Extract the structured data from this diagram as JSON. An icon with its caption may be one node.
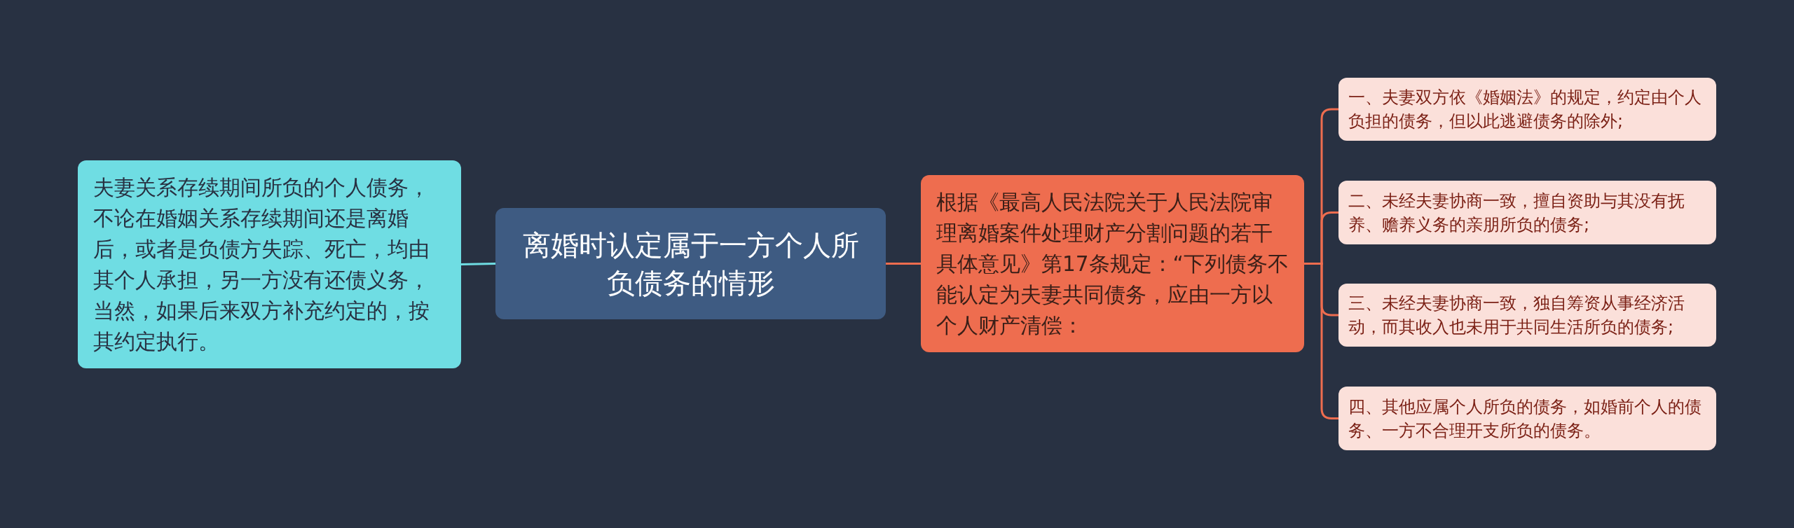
{
  "diagram": {
    "nodes": [
      {
        "text": [
          "离婚时认定属于一方个人所负债务的情形"
        ]
      },
      {
        "text": [
          "夫妻关系存续期间所负的个人债务，不论在婚姻关系存续期间还是离婚后，或者是负债方失踪、死亡，均由其个人承担，另一方没有还债义务，当然，如果后来双方补充约定的，按其约定执行。"
        ]
      },
      {
        "text": [
          "根据《最高人民法院关于人民法院审理离婚案件处理财产分割问题的若干具体意见》第17条规定：“下列债务不能认定为夫妻共同债务，应由一方以个人财产清偿："
        ]
      },
      {
        "text": [
          "一、夫妻双方依《婚姻法》的规定，约定由个人负担的债务，但以此逃避债务的除外;"
        ]
      },
      {
        "text": [
          "二、未经夫妻协商一致，擅自资助与其没有抚养、赡养义务的亲朋所负的债务;"
        ]
      },
      {
        "text": [
          "三、未经夫妻协商一致，独自筹资从事经济活动，而其收入也未用于共同生活所负的债务;"
        ]
      },
      {
        "text": [
          "四、其他应属个人所负的债务，如婚前个人的债务、一方不合理开支所负的债务。"
        ]
      }
    ],
    "edges": [
      {
        "from": 0,
        "to": 1,
        "arrow": "none",
        "color": "#6fdde3"
      },
      {
        "from": 0,
        "to": 2,
        "arrow": "none"
      },
      {
        "from": 2,
        "to": 3,
        "arrow": "none"
      },
      {
        "from": 2,
        "to": 4,
        "arrow": "none"
      },
      {
        "from": 2,
        "to": 5,
        "arrow": "none"
      },
      {
        "from": 2,
        "to": 6,
        "arrow": "none"
      }
    ]
  }
}
